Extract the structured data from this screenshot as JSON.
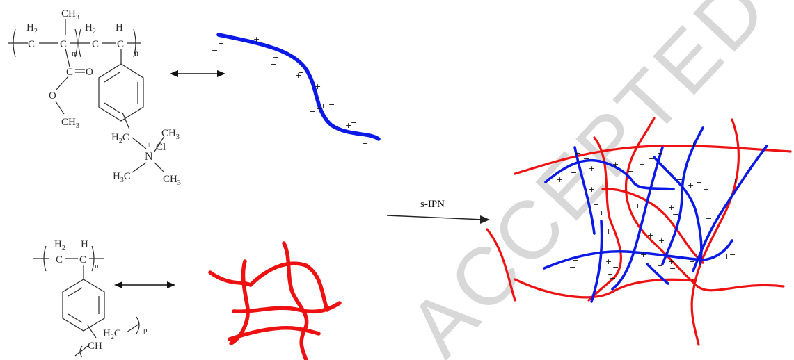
{
  "diagram": {
    "label_top_m": "m",
    "label_top_n": "n",
    "label_bottom_n": "n",
    "label_bottom_p": "p",
    "arrow_label": "s-IPN",
    "watermark": "ACCEPTED MANUSCRIPT"
  },
  "chem_top": {
    "ch3_top": "CH",
    "ch3_top_sub": "3",
    "h2_a": "H",
    "h2_a_sub": "2",
    "h2_b": "H",
    "h2_b_sub": "2",
    "h_c": "H",
    "c1": "C",
    "c2": "C",
    "c3": "C",
    "c4": "C",
    "carbonyl_c": "C",
    "carbonyl_o": "O",
    "ester_o": "O",
    "ch3_ester": "CH",
    "ch3_ester_sub": "3",
    "h2c": "H",
    "h2c_sub": "2",
    "h2c_c": "C",
    "n": "N",
    "n_plus": "+",
    "cl": "Cl",
    "cl_minus": "−",
    "ch3_right_top": "CH",
    "ch3_right_top_sub": "3",
    "h3c": "H",
    "h3c_sub": "3",
    "h3c_c": "C",
    "ch3_right_bot": "CH",
    "ch3_right_bot_sub": "3"
  },
  "chem_bottom": {
    "h2": "H",
    "h2_sub": "2",
    "h": "H",
    "c1": "C",
    "c2": "C",
    "h2c": "H",
    "h2c_sub": "2",
    "h2c_c": "C",
    "ch": "CH"
  },
  "colors": {
    "blue_chain": "#0a19e6",
    "red_chain": "#ee1111",
    "ink": "#2a2a2a",
    "watermark": "#d8d8d8"
  }
}
